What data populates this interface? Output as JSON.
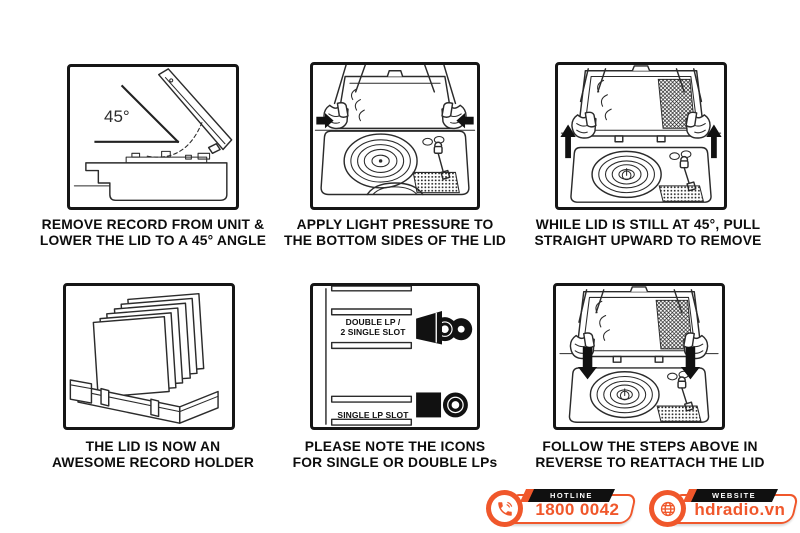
{
  "colors": {
    "accent": "#F0572B",
    "ink": "#111111",
    "line_art": "#2b2b2b"
  },
  "instructions": {
    "steps": [
      {
        "id": "step-1",
        "illustration": "turntable-side-view-lid-open-45-degrees",
        "angle_label": "45°",
        "caption_line1": "REMOVE RECORD FROM UNIT &",
        "caption_line2": "LOWER THE LID TO A 45° ANGLE"
      },
      {
        "id": "step-2",
        "illustration": "hands-pressing-bottom-sides-of-lid",
        "caption_line1": "APPLY LIGHT PRESSURE TO",
        "caption_line2": "THE BOTTOM SIDES OF THE LID"
      },
      {
        "id": "step-3",
        "illustration": "hands-pulling-lid-straight-upward",
        "caption_line1": "WHILE LID IS STILL AT 45°, PULL",
        "caption_line2": "STRAIGHT UPWARD TO REMOVE"
      },
      {
        "id": "step-4",
        "illustration": "lid-used-as-record-holder-with-lps",
        "caption_line1": "THE LID IS NOW AN",
        "caption_line2": "AWESOME RECORD HOLDER"
      },
      {
        "id": "step-5",
        "illustration": "lid-slot-icons-for-single-and-double-lps",
        "slot_top_line1": "DOUBLE LP /",
        "slot_top_line2": "2 SINGLE SLOT",
        "slot_bottom": "SINGLE LP SLOT",
        "caption_line1": "PLEASE NOTE THE ICONS",
        "caption_line2": "FOR SINGLE OR DOUBLE LPs"
      },
      {
        "id": "step-6",
        "illustration": "hands-lowering-lid-back-onto-unit",
        "caption_line1": "FOLLOW THE STEPS ABOVE IN",
        "caption_line2": "REVERSE TO REATTACH THE LID"
      }
    ]
  },
  "footer": {
    "hotline": {
      "label": "HOTLINE",
      "value": "1800 0042",
      "icon": "phone-icon"
    },
    "website": {
      "label": "WEBSITE",
      "value": "hdradio.vn",
      "icon": "globe-icon"
    }
  }
}
